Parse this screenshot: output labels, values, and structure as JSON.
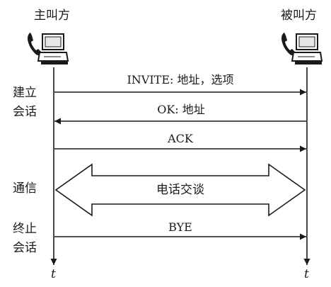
{
  "parties": {
    "caller": "主叫方",
    "callee": "被叫方"
  },
  "phases": {
    "setup": [
      "建立",
      "会话"
    ],
    "talk": "通信",
    "teardown": [
      "终止",
      "会话"
    ]
  },
  "messages": {
    "invite": "INVITE: 地址，选项",
    "ok": "OK: 地址",
    "ack": "ACK",
    "conversation": "电话交谈",
    "bye": "BYE"
  },
  "time_axis": {
    "left": "t",
    "right": "t"
  },
  "icons": {
    "caller": "telephone-computer-icon",
    "callee": "telephone-computer-icon"
  },
  "colors": {
    "line": "#1a1a1a",
    "arrow_fill": "#ffffff"
  }
}
